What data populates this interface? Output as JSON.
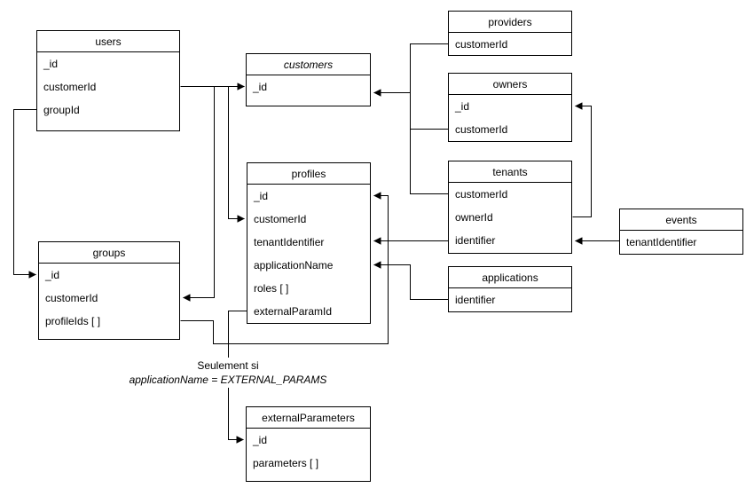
{
  "canvas": {
    "background": "#ffffff",
    "line_color": "#000000",
    "text_color": "#000000"
  },
  "tables": {
    "users": {
      "title": "users",
      "fields": [
        "_id",
        "customerId",
        "groupId"
      ]
    },
    "customers": {
      "title": "customers",
      "fields": [
        "_id"
      ]
    },
    "providers": {
      "title": "providers",
      "fields": [
        "customerId"
      ]
    },
    "owners": {
      "title": "owners",
      "fields": [
        "_id",
        "customerId"
      ]
    },
    "tenants": {
      "title": "tenants",
      "fields": [
        "customerId",
        "ownerId",
        "identifier"
      ]
    },
    "events": {
      "title": "events",
      "fields": [
        "tenantIdentifier"
      ]
    },
    "profiles": {
      "title": "profiles",
      "fields": [
        "_id",
        "customerId",
        "tenantIdentifier",
        "applicationName",
        "roles [ ]",
        "externalParamId"
      ]
    },
    "applications": {
      "title": "applications",
      "fields": [
        "identifier"
      ]
    },
    "groups": {
      "title": "groups",
      "fields": [
        "_id",
        "customerId",
        "profileIds [ ]"
      ]
    },
    "externalParameters": {
      "title": "externalParameters",
      "fields": [
        "_id",
        "parameters [ ]"
      ]
    }
  },
  "note": {
    "line1": "Seulement si",
    "line2": "applicationName = EXTERNAL_PARAMS"
  },
  "relationships": [
    {
      "from": "users.customerId",
      "to": "customers._id"
    },
    {
      "from": "users.customerId",
      "to": "groups.customerId"
    },
    {
      "from": "users.customerId",
      "to": "profiles.customerId"
    },
    {
      "from": "users.groupId",
      "to": "groups._id"
    },
    {
      "from": "groups.profileIds",
      "to": "profiles._id"
    },
    {
      "from": "profiles.externalParamId",
      "to": "externalParameters._id",
      "condition": "Seulement si applicationName = EXTERNAL_PARAMS"
    },
    {
      "from": "providers.customerId",
      "to": "customers._id"
    },
    {
      "from": "owners.customerId",
      "to": "customers._id"
    },
    {
      "from": "tenants.customerId",
      "to": "customers._id"
    },
    {
      "from": "tenants.ownerId",
      "to": "owners._id"
    },
    {
      "from": "events.tenantIdentifier",
      "to": "tenants.identifier"
    },
    {
      "from": "tenants.identifier",
      "to": "profiles.tenantIdentifier"
    },
    {
      "from": "applications.identifier",
      "to": "profiles.applicationName"
    }
  ]
}
